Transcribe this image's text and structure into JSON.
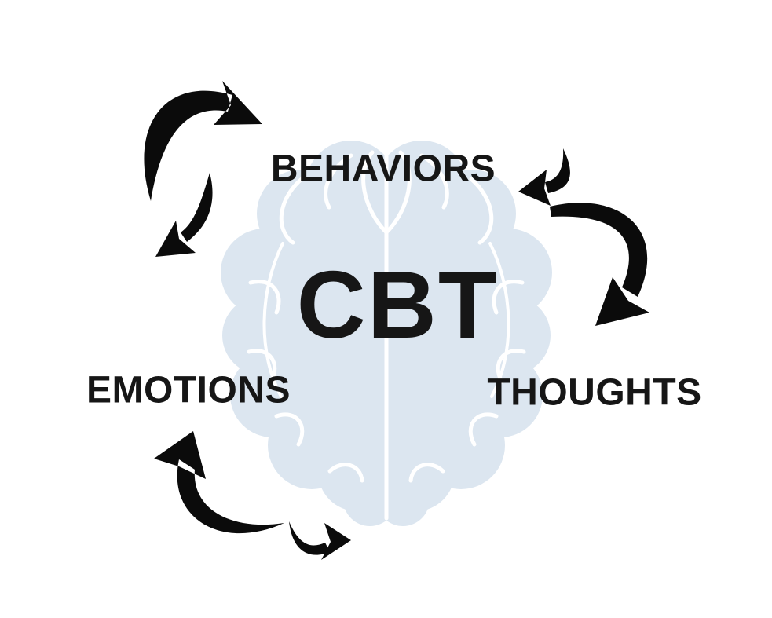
{
  "diagram": {
    "title": "CBT",
    "nodes": [
      {
        "id": "behaviors",
        "label": "BEHAVIORS",
        "position": "top-center"
      },
      {
        "id": "emotions",
        "label": "EMOTIONS",
        "position": "middle-left"
      },
      {
        "id": "thoughts",
        "label": "THOUGHTS",
        "position": "middle-right"
      }
    ],
    "edges": [
      {
        "between": [
          "emotions",
          "behaviors"
        ],
        "style": "curved-arrow-pair",
        "position": "top-left",
        "bidirectional": true
      },
      {
        "between": [
          "behaviors",
          "thoughts"
        ],
        "style": "curved-arrow-pair",
        "position": "top-right",
        "bidirectional": true
      },
      {
        "between": [
          "thoughts",
          "emotions"
        ],
        "style": "curved-arrow-pair",
        "position": "bottom",
        "bidirectional": true
      }
    ],
    "illustration": {
      "name": "brain-top-view",
      "fill": "#dce6f0",
      "line_color": "#ffffff"
    },
    "colors": {
      "background": "#ffffff",
      "text": "#161616",
      "arrow": "#0b0b0b"
    }
  }
}
